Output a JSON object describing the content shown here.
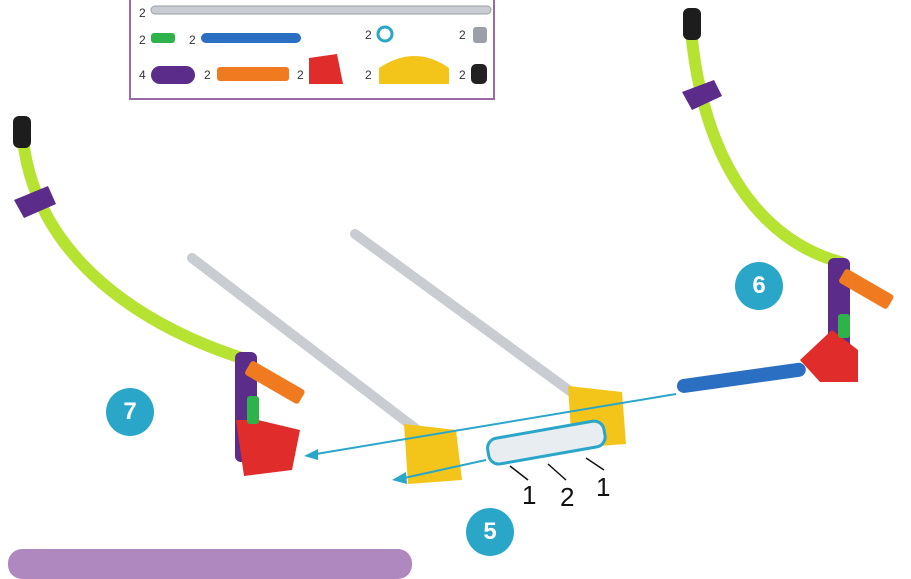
{
  "parts_list": {
    "quantities": {
      "grey_rod": "2",
      "green_connector": "2",
      "blue_rod": "2",
      "blue_ring": "2",
      "grey_spacer": "2",
      "purple_clip": "4",
      "orange_connector": "2",
      "red_connector": "2",
      "yellow_connector": "2",
      "black_cap": "2"
    }
  },
  "steps": {
    "five": "5",
    "six": "6",
    "seven": "7"
  },
  "callouts": {
    "left": "1",
    "middle": "2",
    "right": "1"
  },
  "colors": {
    "rod_grey": "#c9cdd1",
    "green_track": "#b6e232",
    "blue_rod": "#2a6fc1",
    "red_part": "#e02d2b",
    "orange_part": "#f07a1f",
    "yellow_part": "#f3c51b",
    "purple_part": "#5b2c8a",
    "step_blue": "#2aa6c9",
    "parts_border": "#9b6aa6"
  }
}
